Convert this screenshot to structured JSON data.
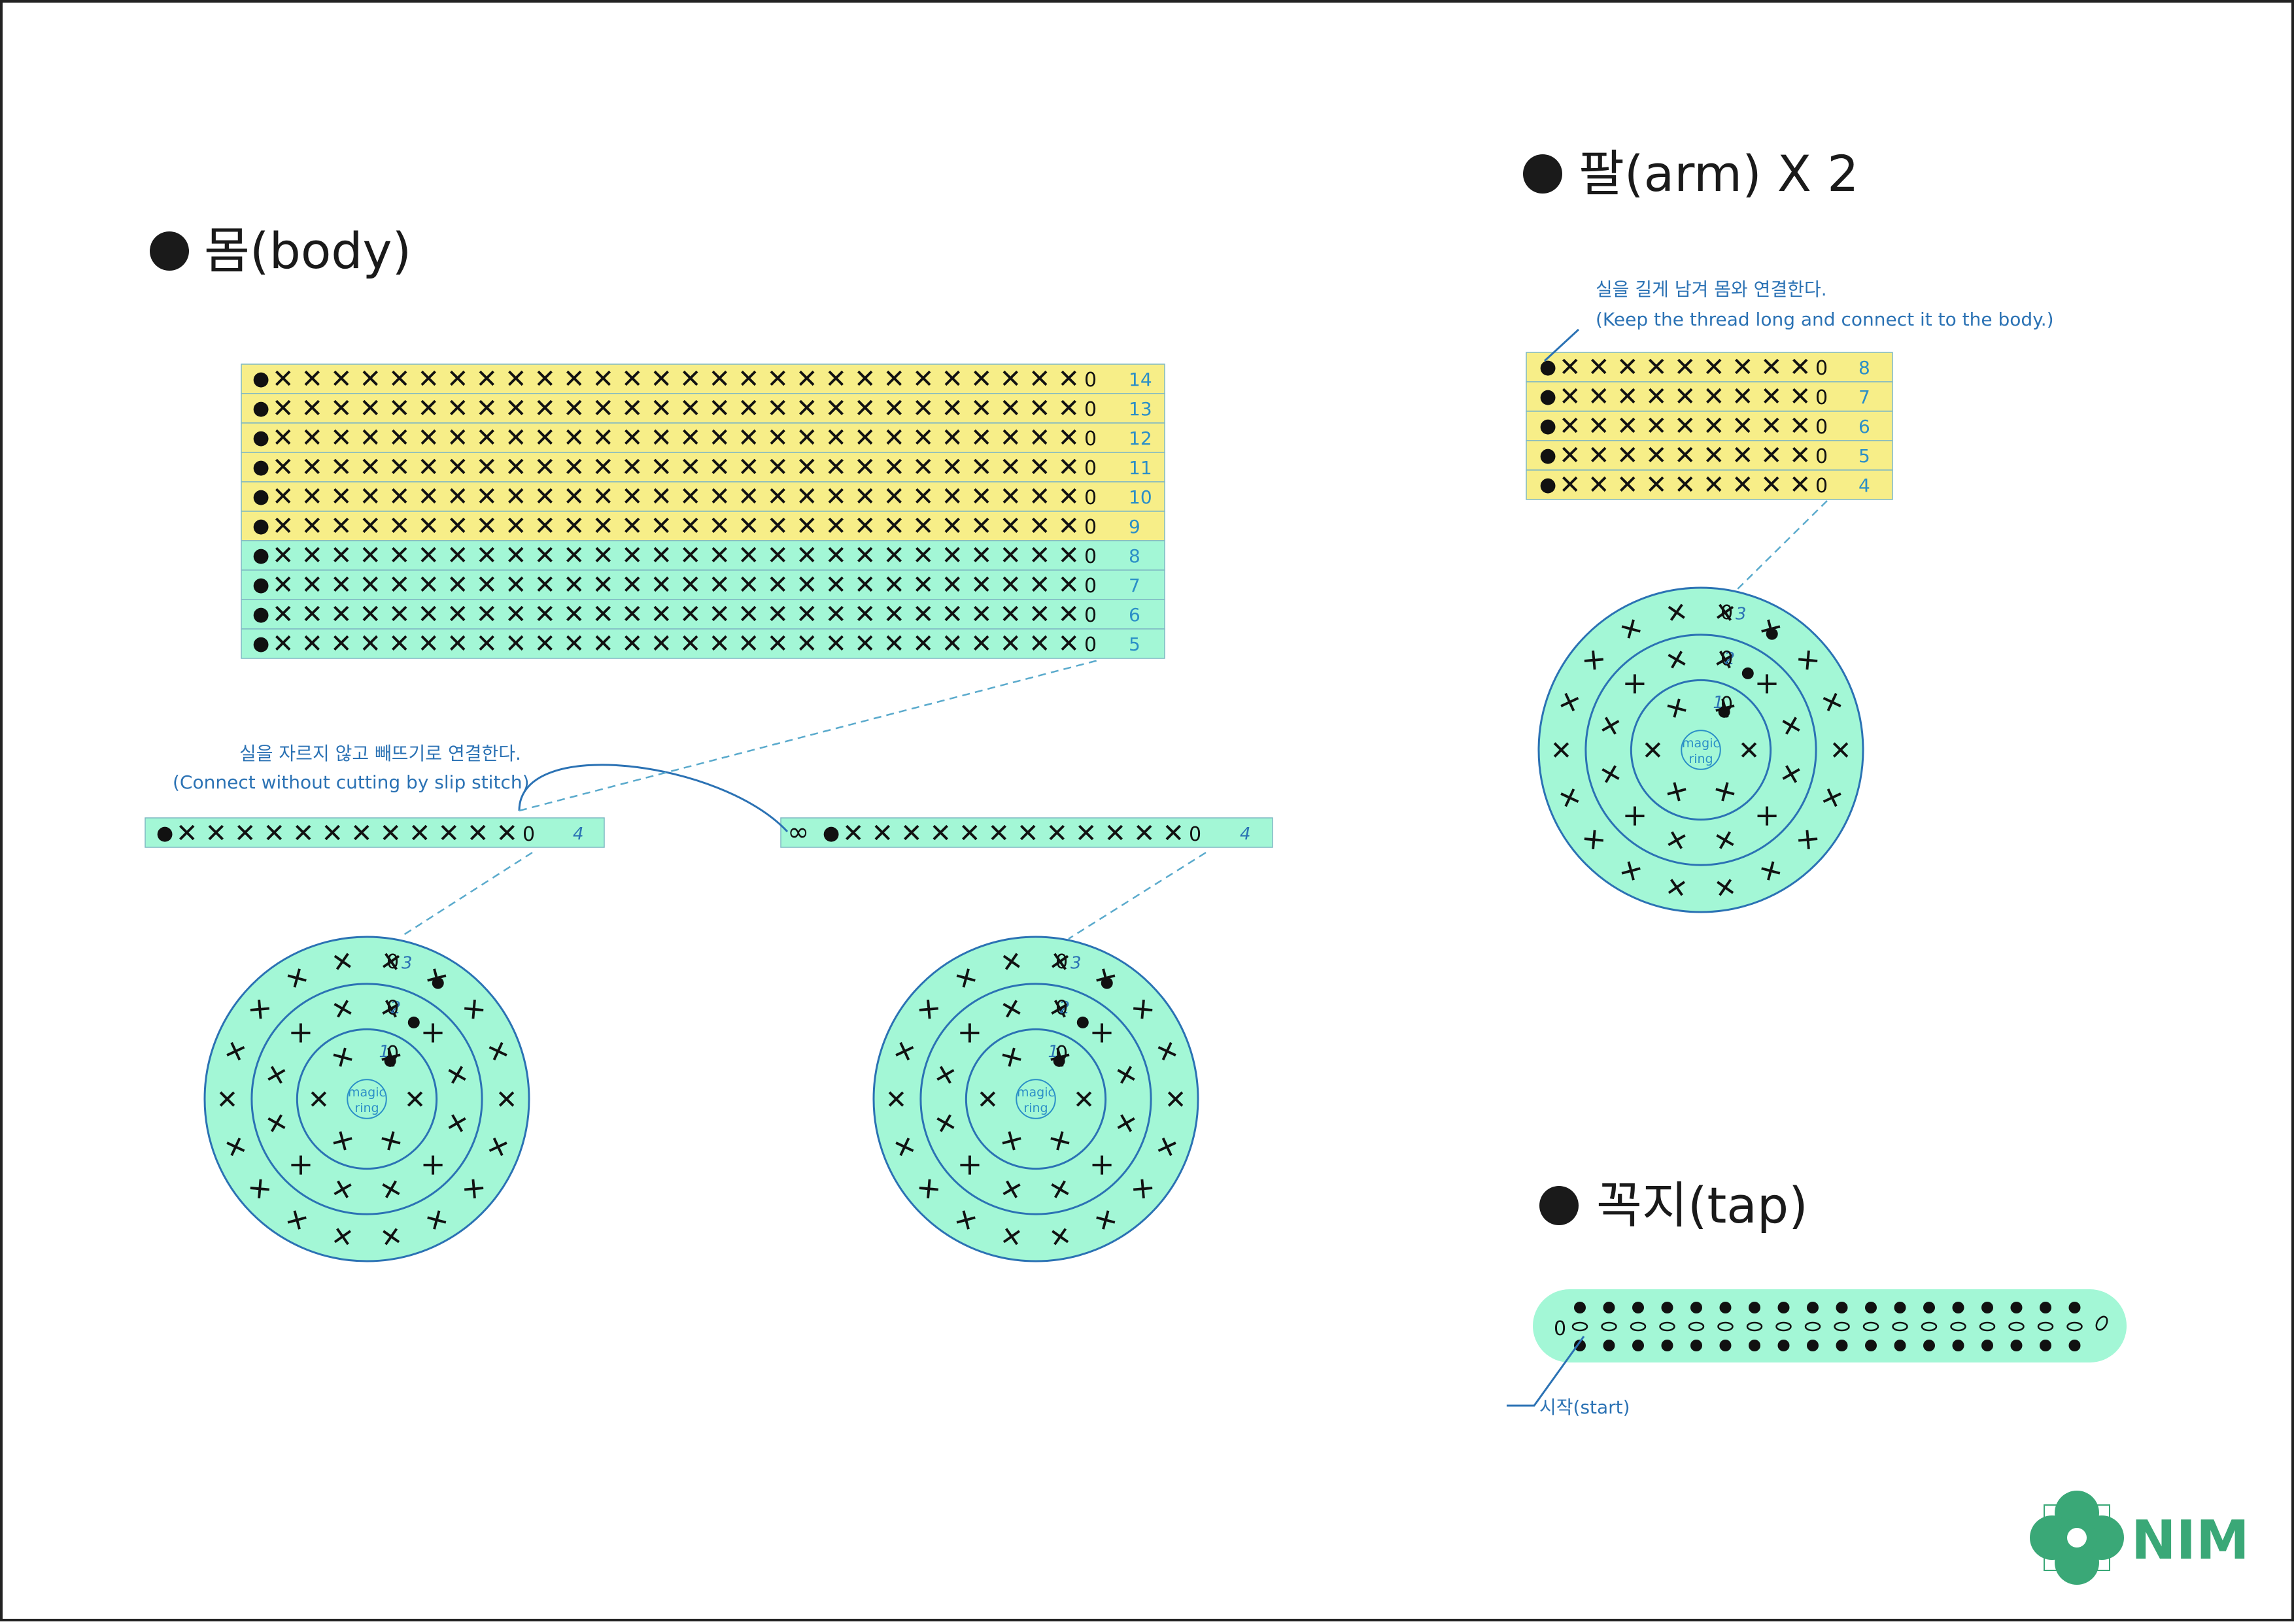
{
  "sections": {
    "body": {
      "title": "몸(body)"
    },
    "arm": {
      "title": "팔(arm) X 2"
    },
    "tap": {
      "title": "꼭지(tap)"
    }
  },
  "notes": {
    "body_line1": "실을 자르지 않고 빼뜨기로 연결한다.",
    "body_line2": "(Connect without cutting by slip stitch)",
    "arm_line1": "실을 길게 남겨 몸와 연결한다.",
    "arm_line2": "(Keep the thread long and connect it to the body.)",
    "tap_start": "시작(start)"
  },
  "body_rows": [
    {
      "num": "14",
      "color": "yellow"
    },
    {
      "num": "13",
      "color": "yellow"
    },
    {
      "num": "12",
      "color": "yellow"
    },
    {
      "num": "11",
      "color": "yellow"
    },
    {
      "num": "10",
      "color": "yellow"
    },
    {
      "num": "9",
      "color": "yellow"
    },
    {
      "num": "8",
      "color": "mint"
    },
    {
      "num": "7",
      "color": "mint"
    },
    {
      "num": "6",
      "color": "mint"
    },
    {
      "num": "5",
      "color": "mint"
    }
  ],
  "body_row4_left": "4",
  "body_row4_right": "4",
  "arm_rows": [
    "8",
    "7",
    "6",
    "5",
    "4"
  ],
  "round_labels": [
    "1",
    "2",
    "3"
  ],
  "magic_ring": [
    "magic",
    "ring"
  ],
  "chain_mark": "0",
  "symbols": {
    "sc": "✕",
    "dot": "●",
    "slip_chain": "∞"
  },
  "colors": {
    "yellow": "#f7ee88",
    "mint": "#a3f7d6",
    "blue": "#2b72b4",
    "logo": "#3aa877"
  },
  "icons": [
    "bullet-dot-icon",
    "flower-logo-icon"
  ],
  "logo": {
    "text": "NIM"
  }
}
